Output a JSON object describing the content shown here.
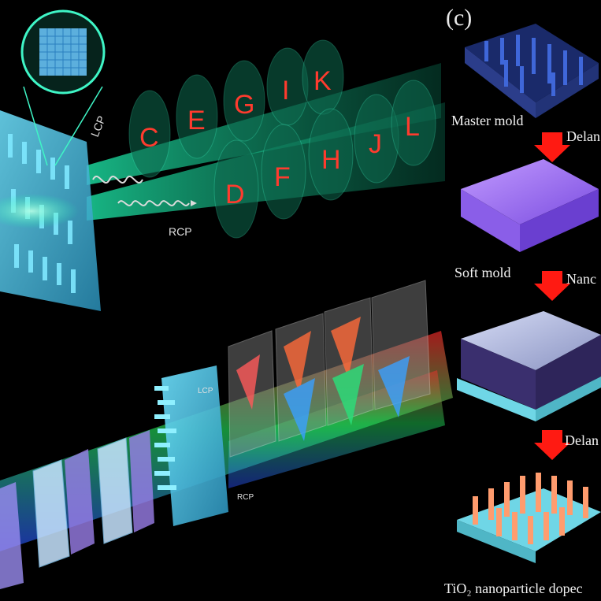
{
  "panel_label": "(c)",
  "letters": {
    "lcp_row": [
      "C",
      "E",
      "G",
      "I",
      "K"
    ],
    "rcp_row": [
      "D",
      "F",
      "H",
      "J",
      "L"
    ]
  },
  "top_panel": {
    "lcp_label": "LCP",
    "rcp_label": "RCP"
  },
  "bottom_panel": {
    "lcp_label": "LCP",
    "rcp_label": "RCP"
  },
  "fabrication": {
    "steps": [
      {
        "label": "Master mold",
        "arrow_text": "Delan"
      },
      {
        "label": "Soft mold",
        "arrow_text": "Nanc"
      },
      {
        "label": "",
        "arrow_text": "Delan"
      },
      {
        "label": "TiO₂ nanoparticle dopec"
      }
    ]
  },
  "colors": {
    "background": "#000000",
    "beam": "#16d6a4",
    "metasurface": "#5cd6f2",
    "letter": "#ff3b2e",
    "arrow": "#ff1a12",
    "mold": "#9b6bf0",
    "pillars": "#ff9c6e"
  }
}
